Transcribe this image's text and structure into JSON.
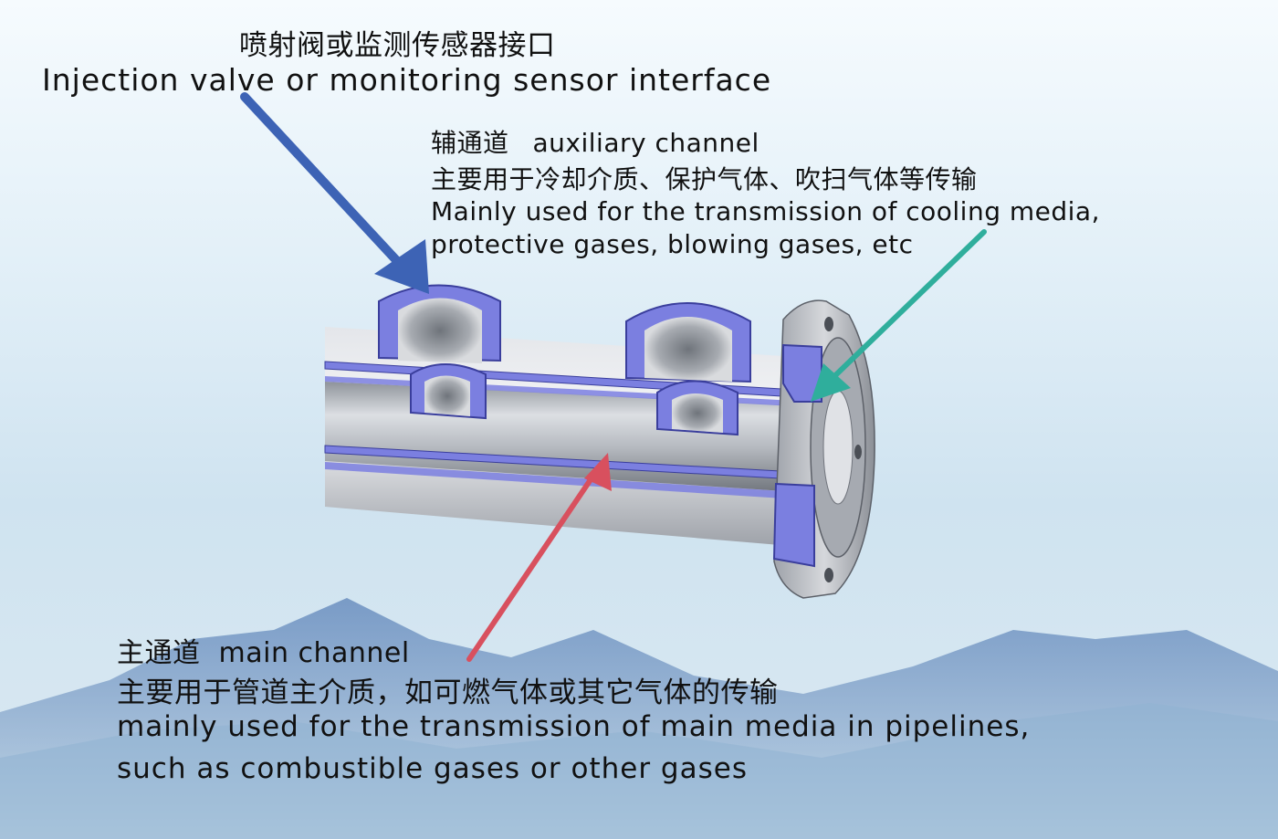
{
  "injection_port": {
    "label_cn": "喷射阀或监测传感器接口",
    "label_en": "Injection valve or monitoring sensor interface",
    "arrow_color": "#3d63b5"
  },
  "auxiliary_channel": {
    "title_cn": "辅通道",
    "title_en": "auxiliary channel",
    "desc_cn": "主要用于冷却介质、保护气体、吹扫气体等传输",
    "desc_en_line1": "Mainly used for the transmission of cooling media,",
    "desc_en_line2": "protective gases, blowing gases, etc",
    "arrow_color": "#2fae9c"
  },
  "main_channel": {
    "title_cn": "主通道",
    "title_en": "main channel",
    "desc_cn": "主要用于管道主介质，如可燃气体或其它气体的传输",
    "desc_en_line1": "mainly used for the transmission of main media in pipelines,",
    "desc_en_line2": "such as combustible gases or other gases",
    "arrow_color": "#d8505e"
  },
  "colors": {
    "cut_face": "#7b7fe0",
    "metal": "#c9ccd3",
    "mountain": "#5b82b8"
  }
}
